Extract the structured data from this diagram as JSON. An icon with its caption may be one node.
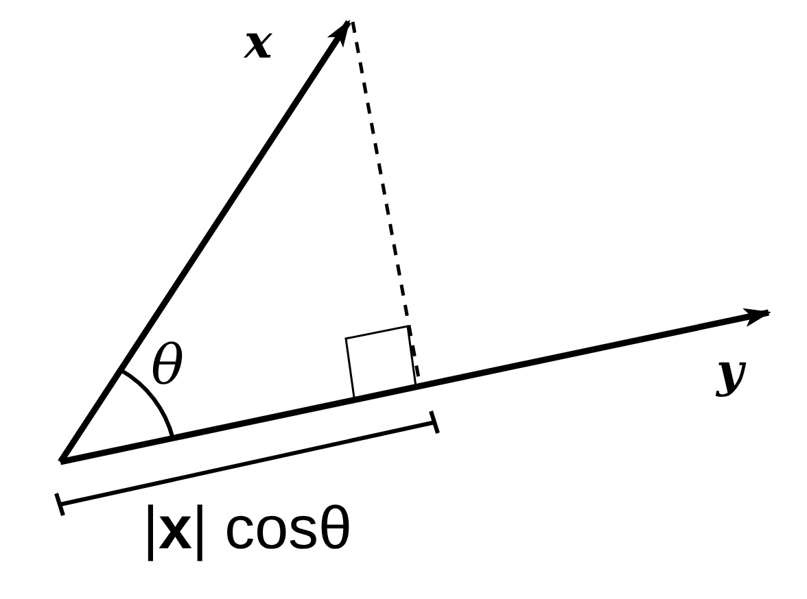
{
  "diagram": {
    "labels": [
      "x",
      "θ",
      "y",
      "|**x**| cosθ"
    ]
  }
}
